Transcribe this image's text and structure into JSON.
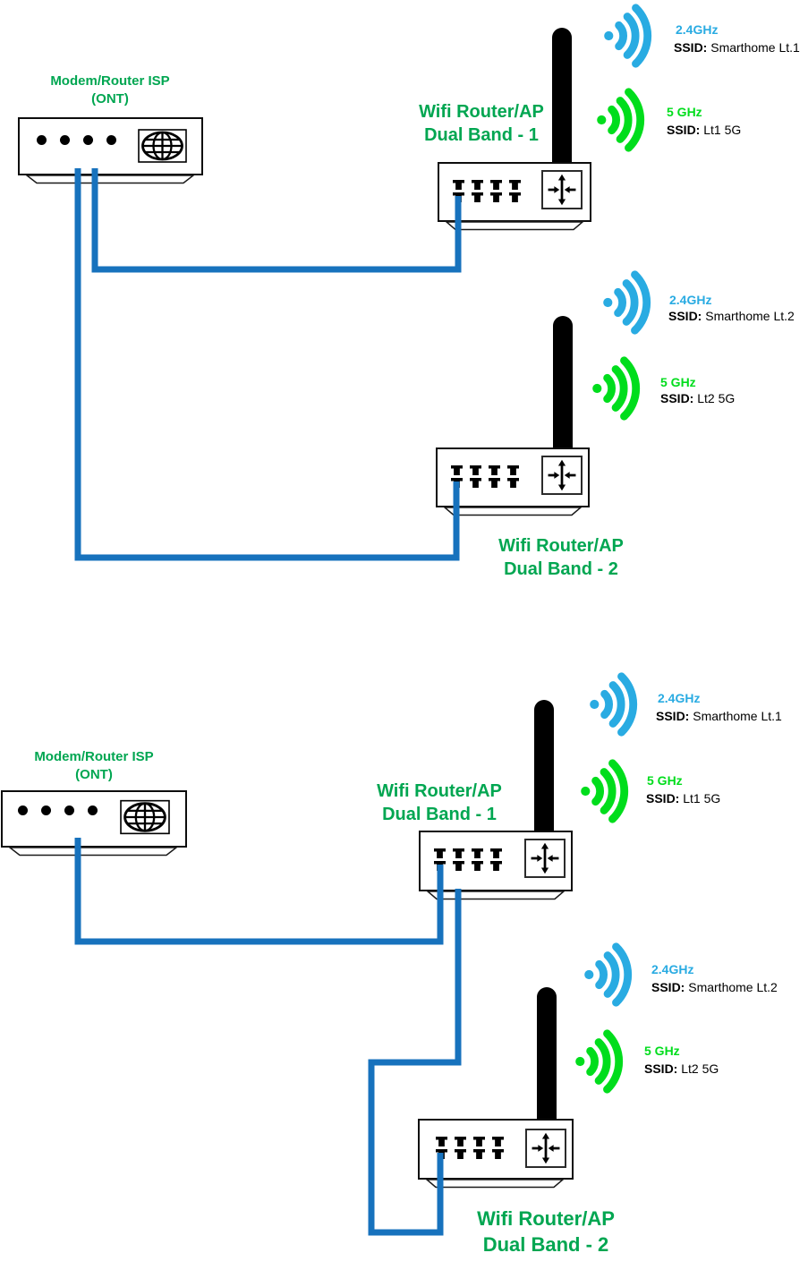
{
  "palette": {
    "label_green": "#00A651",
    "wifi_24ghz_blue": "#29ABE2",
    "wifi_5ghz_green": "#00DD1C",
    "cable_blue": "#1772BD",
    "device_outline_black": "#000000"
  },
  "diagram_top": {
    "modem": {
      "title_line1": "Modem/Router ISP",
      "title_line2": "(ONT)"
    },
    "router1": {
      "title_line1": "Wifi Router/AP",
      "title_line2": "Dual Band - 1",
      "band24": {
        "freq": "2.4GHz",
        "ssid_label": "SSID:",
        "ssid_value": "Smarthome Lt.1"
      },
      "band5": {
        "freq": "5 GHz",
        "ssid_label": "SSID:",
        "ssid_value": "Lt1 5G"
      }
    },
    "router2": {
      "title_line1": "Wifi Router/AP",
      "title_line2": "Dual Band - 2",
      "band24": {
        "freq": "2.4GHz",
        "ssid_label": "SSID:",
        "ssid_value": "Smarthome Lt.2"
      },
      "band5": {
        "freq": "5 GHz",
        "ssid_label": "SSID:",
        "ssid_value": "Lt2 5G"
      }
    }
  },
  "diagram_bottom": {
    "modem": {
      "title_line1": "Modem/Router ISP",
      "title_line2": "(ONT)"
    },
    "router1": {
      "title_line1": "Wifi Router/AP",
      "title_line2": "Dual Band - 1",
      "band24": {
        "freq": "2.4GHz",
        "ssid_label": "SSID:",
        "ssid_value": "Smarthome Lt.1"
      },
      "band5": {
        "freq": "5 GHz",
        "ssid_label": "SSID:",
        "ssid_value": "Lt1 5G"
      }
    },
    "router2": {
      "title_line1": "Wifi Router/AP",
      "title_line2": "Dual Band - 2",
      "band24": {
        "freq": "2.4GHz",
        "ssid_label": "SSID:",
        "ssid_value": "Smarthome Lt.2"
      },
      "band5": {
        "freq": "5 GHz",
        "ssid_label": "SSID:",
        "ssid_value": "Lt2 5G"
      }
    }
  }
}
